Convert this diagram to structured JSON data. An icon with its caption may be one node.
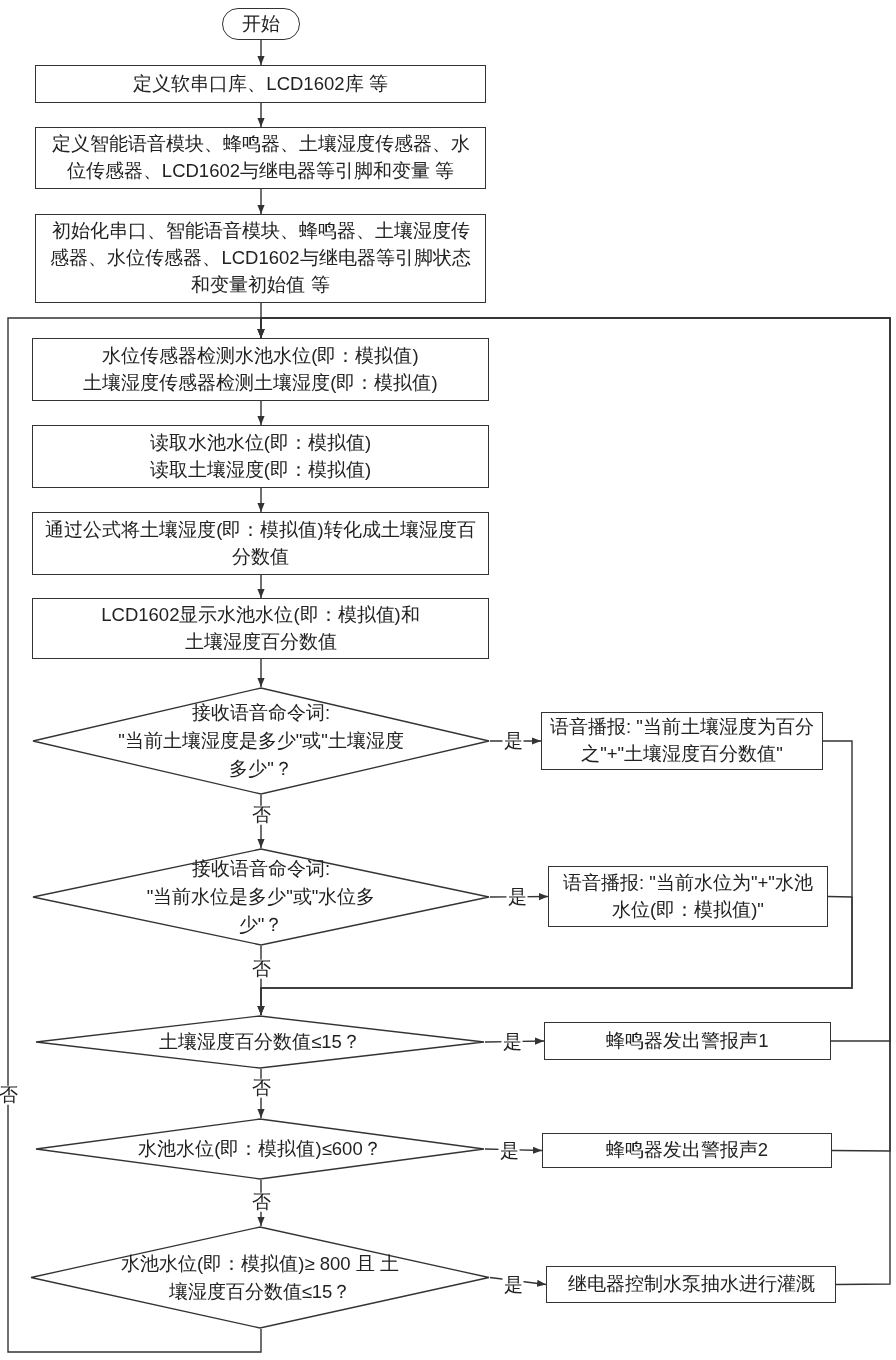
{
  "diagram": {
    "nodes": [
      {
        "text": [
          "开始"
        ]
      },
      {
        "text": [
          "定义软串口库、LCD1602库 等"
        ]
      },
      {
        "text": [
          "定义智能语音模块、蜂鸣器、土壤湿度传感器、水位传感器、LCD1602与继电器等引脚和变量 等"
        ]
      },
      {
        "text": [
          "初始化串口、智能语音模块、蜂鸣器、土壤湿度传感器、水位传感器、LCD1602与继电器等引脚状态和变量初始值 等"
        ]
      },
      {
        "text": [
          "水位传感器检测水池水位(即：模拟值)",
          "土壤湿度传感器检测土壤湿度(即：模拟值)"
        ]
      },
      {
        "text": [
          "读取水池水位(即：模拟值)",
          "读取土壤湿度(即：模拟值)"
        ]
      },
      {
        "text": [
          "通过公式将土壤湿度(即：模拟值)转化成土壤湿度百分数值"
        ]
      },
      {
        "text": [
          "LCD1602显示水池水位(即：模拟值)和土壤湿度百分数值"
        ]
      },
      {
        "text": [
          "接收语音命令词:",
          "\"当前土壤湿度是多少\"或\"土壤湿度多少\"？"
        ]
      },
      {
        "text": [
          "语音播报: \"当前土壤湿度为百分之\"+\"土壤湿度百分数值\""
        ]
      },
      {
        "text": [
          "接收语音命令词:",
          "\"当前水位是多少\"或\"水位多少\"？"
        ]
      },
      {
        "text": [
          "语音播报: \"当前水位为\"+\"水池水位(即：模拟值)\""
        ]
      },
      {
        "text": [
          "土壤湿度百分数值≤15？"
        ]
      },
      {
        "text": [
          "蜂鸣器发出警报声1"
        ]
      },
      {
        "text": [
          "水池水位(即：模拟值)≤600？"
        ]
      },
      {
        "text": [
          "蜂鸣器发出警报声2"
        ]
      },
      {
        "text": [
          "水池水位(即：模拟值)≥ 800 且 土壤湿度百分数值≤15？"
        ]
      },
      {
        "text": [
          "继电器控制水泵抽水进行灌溉"
        ]
      }
    ],
    "edges": [
      {
        "from": 0,
        "to": 1,
        "arrow": "to"
      },
      {
        "from": 1,
        "to": 2,
        "arrow": "to"
      },
      {
        "from": 2,
        "to": 3,
        "arrow": "to"
      },
      {
        "from": 3,
        "to": 4,
        "arrow": "to"
      },
      {
        "from": 4,
        "to": 5,
        "arrow": "to"
      },
      {
        "from": 5,
        "to": 6,
        "arrow": "to"
      },
      {
        "from": 6,
        "to": 7,
        "arrow": "to"
      },
      {
        "from": 7,
        "to": 8,
        "arrow": "to"
      },
      {
        "from": 8,
        "to": 9,
        "arrow": "to",
        "label": "是"
      },
      {
        "from": 8,
        "to": 10,
        "arrow": "to",
        "label": "否"
      },
      {
        "from": 10,
        "to": 11,
        "arrow": "to",
        "label": "是"
      },
      {
        "from": 10,
        "to": 12,
        "arrow": "to",
        "label": "否"
      },
      {
        "from": 9,
        "to": 12,
        "arrow": "to"
      },
      {
        "from": 11,
        "to": 12,
        "arrow": "to"
      },
      {
        "from": 12,
        "to": 13,
        "arrow": "to",
        "label": "是"
      },
      {
        "from": 12,
        "to": 14,
        "arrow": "to",
        "label": "否"
      },
      {
        "from": 14,
        "to": 15,
        "arrow": "to",
        "label": "是"
      },
      {
        "from": 14,
        "to": 16,
        "arrow": "to",
        "label": "否"
      },
      {
        "from": 16,
        "to": 17,
        "arrow": "to",
        "label": "是"
      },
      {
        "from": 13,
        "to": 4,
        "arrow": "to"
      },
      {
        "from": 15,
        "to": 4,
        "arrow": "to"
      },
      {
        "from": 17,
        "to": 4,
        "arrow": "to"
      },
      {
        "from": 16,
        "to": 4,
        "arrow": "to",
        "label": "否"
      }
    ]
  }
}
